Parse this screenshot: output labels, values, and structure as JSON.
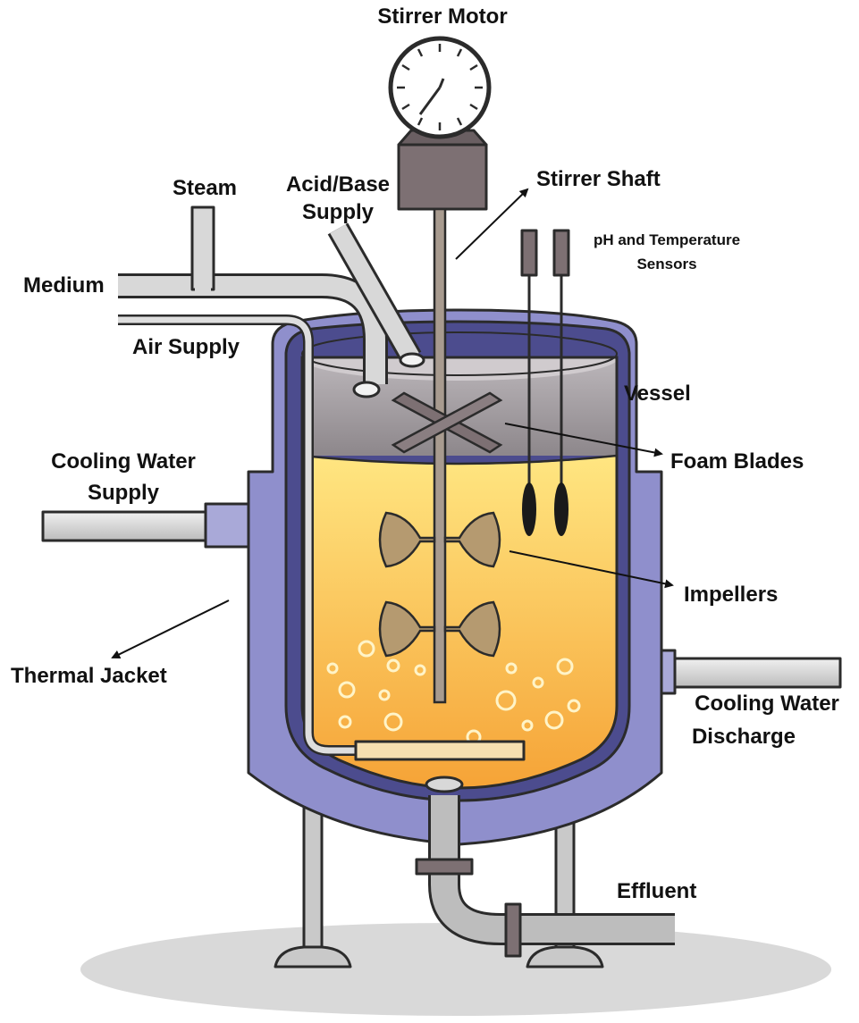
{
  "labels": {
    "stirrer_motor": "Stirrer Motor",
    "steam": "Steam",
    "acid_base_1": "Acid/Base",
    "acid_base_2": "Supply",
    "stirrer_shaft": "Stirrer Shaft",
    "ph_temp_1": "pH and Temperature",
    "ph_temp_2": "Sensors",
    "medium": "Medium",
    "air_supply": "Air Supply",
    "vessel": "Vessel",
    "cooling_water_supply_1": "Cooling Water",
    "cooling_water_supply_2": "Supply",
    "foam_blades": "Foam Blades",
    "impellers": "Impellers",
    "thermal_jacket": "Thermal Jacket",
    "cooling_water_discharge_1": "Cooling Water",
    "cooling_water_discharge_2": "Discharge",
    "effluent": "Effluent"
  },
  "colors": {
    "jacket": "#8f8fcc",
    "vessel_wall": "#4c4c8e",
    "headspace": "#a9a3a8",
    "liquid_top": "#ffe27a",
    "liquid_bottom": "#f6a335",
    "pipe": "#d5d5d5",
    "motor": "#7d7073",
    "impeller": "#b59a70",
    "ground": "#d9d9d9"
  }
}
